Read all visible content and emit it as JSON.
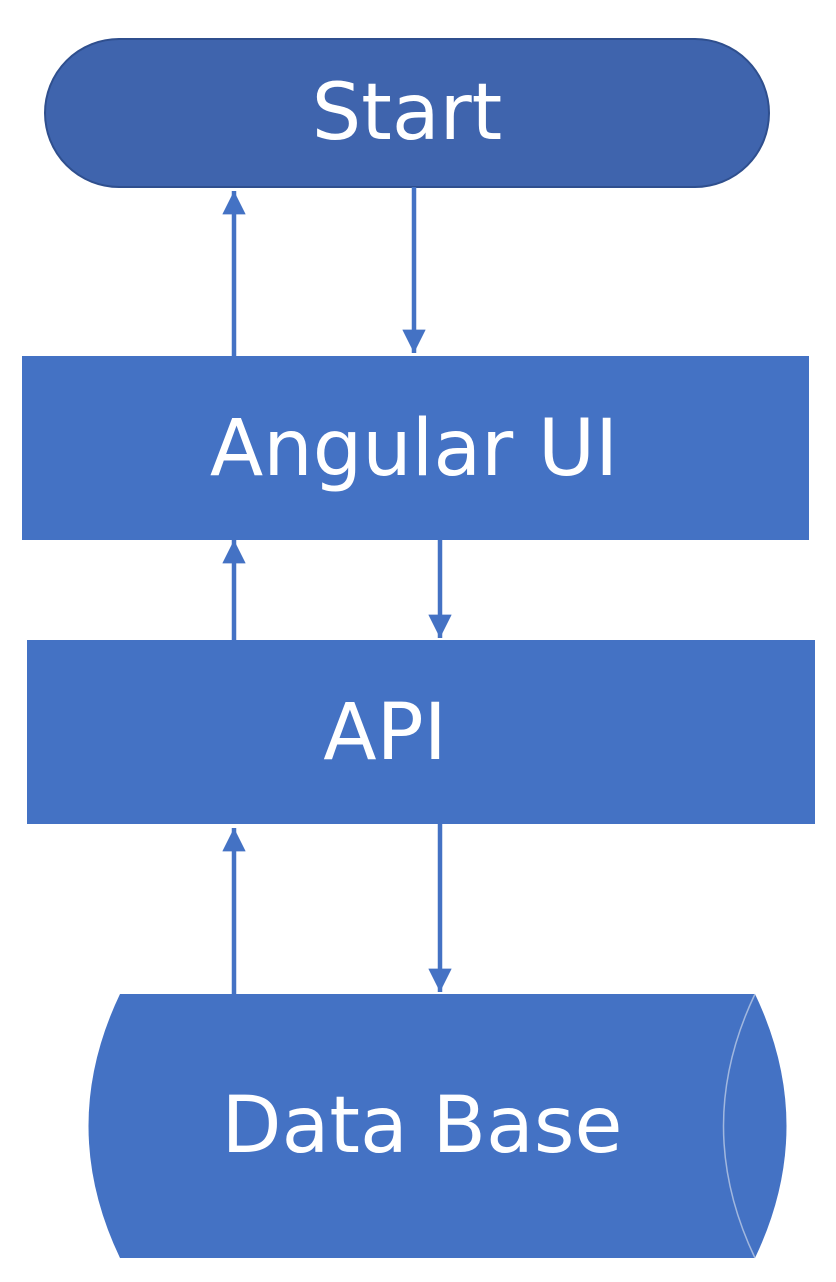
{
  "diagram": {
    "nodes": {
      "start": {
        "label": "Start",
        "shape": "terminator"
      },
      "angular_ui": {
        "label": "Angular UI",
        "shape": "process"
      },
      "api": {
        "label": "API",
        "shape": "process"
      },
      "database": {
        "label": "Data Base",
        "shape": "direct-access-storage"
      }
    },
    "edges": [
      {
        "from": "start",
        "to": "angular_ui"
      },
      {
        "from": "angular_ui",
        "to": "start"
      },
      {
        "from": "angular_ui",
        "to": "api"
      },
      {
        "from": "api",
        "to": "angular_ui"
      },
      {
        "from": "api",
        "to": "database"
      },
      {
        "from": "database",
        "to": "api"
      }
    ]
  },
  "colors": {
    "start_fill": "#3f64ad",
    "start_stroke": "#2f4f8e",
    "box_fill": "#4472c4",
    "arrow": "#4472c4",
    "label": "#ffffff"
  }
}
